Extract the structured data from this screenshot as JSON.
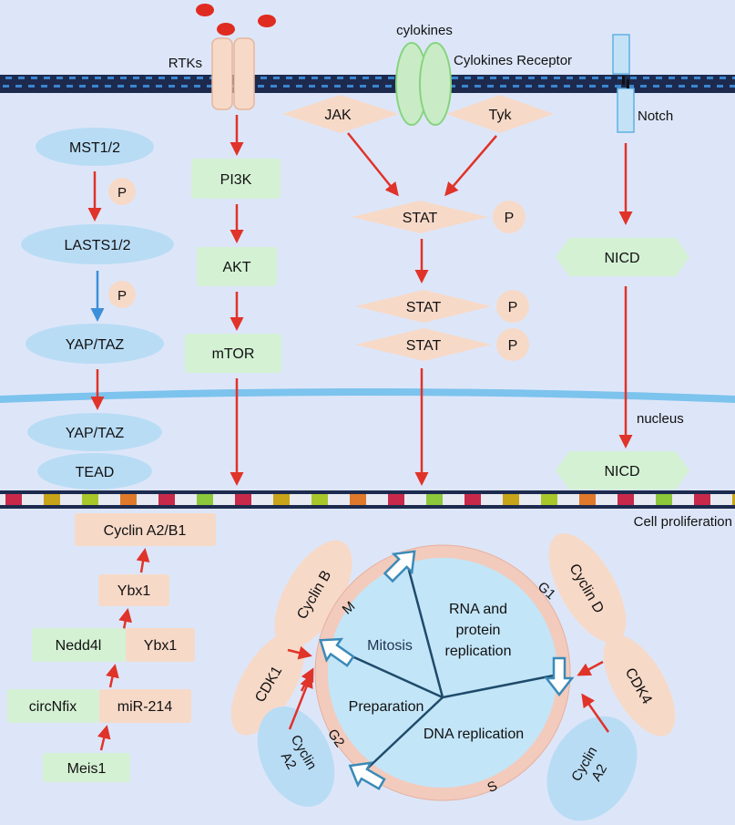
{
  "colors": {
    "background": "#dde6f8",
    "membrane_band": "#1d2a4e",
    "membrane_dots": "#3b86d1",
    "nuclear_envelope": "#7cc3ee",
    "node_green": "#d4f1d4",
    "node_peach": "#f7d9c8",
    "node_blue": "#b9dcf5",
    "ligand_red": "#e02b20",
    "arrow_red": "#e0332a",
    "arrow_blue": "#3d8fd8",
    "cell_cycle_ring": "#f2cbbd",
    "cell_cycle_inner": "#c3e5f8",
    "cell_cycle_lines": "#1f4b6b",
    "cycle_arrow_stroke": "#3a8ab8"
  },
  "labels": {
    "rtks": "RTKs",
    "cytokines": "cylokines",
    "cytokines_receptor": "Cylokines Receptor",
    "notch": "Notch",
    "nucleus": "nucleus",
    "cell_proliferation": "Cell proliferation"
  },
  "hippo": {
    "mst": "MST1/2",
    "p1": "P",
    "lats": "LASTS1/2",
    "p2": "P",
    "yap_taz_1": "YAP/TAZ",
    "yap_taz_2": "YAP/TAZ",
    "tead": "TEAD"
  },
  "pi3k_path": {
    "pi3k": "PI3K",
    "akt": "AKT",
    "mtor": "mTOR"
  },
  "jak_stat": {
    "jak": "JAK",
    "tyk": "Tyk",
    "stat1": "STAT",
    "p1": "P",
    "stat2": "STAT",
    "p2": "P",
    "stat3": "STAT",
    "p3": "P"
  },
  "notch_path": {
    "nicd1": "NICD",
    "nicd2": "NICD"
  },
  "regulators": {
    "cyclin_a2b1": "Cyclin A2/B1",
    "ybx1_top": "Ybx1",
    "nedd4l": "Nedd4l",
    "ybx1": "Ybx1",
    "circnfix": "circNfix",
    "mir214": "miR-214",
    "meis1": "Meis1"
  },
  "cell_cycle": {
    "mitosis": "Mitosis",
    "rna_1": "RNA and",
    "rna_2": "protein",
    "rna_3": "replication",
    "preparation": "Preparation",
    "dna_replication": "DNA replication",
    "phase_m": "M",
    "phase_g1": "G1",
    "phase_g2": "G2",
    "phase_s": "S",
    "cyclin_b": "Cyclin B",
    "cdk1": "CDK1",
    "cyclin_a2_left_1": "Cyclin",
    "cyclin_a2_left_2": "A2",
    "cyclin_d": "Cyclin D",
    "cdk4": "CDK4",
    "cyclin_a2_right_1": "Cyclin",
    "cyclin_a2_right_2": "A2"
  }
}
